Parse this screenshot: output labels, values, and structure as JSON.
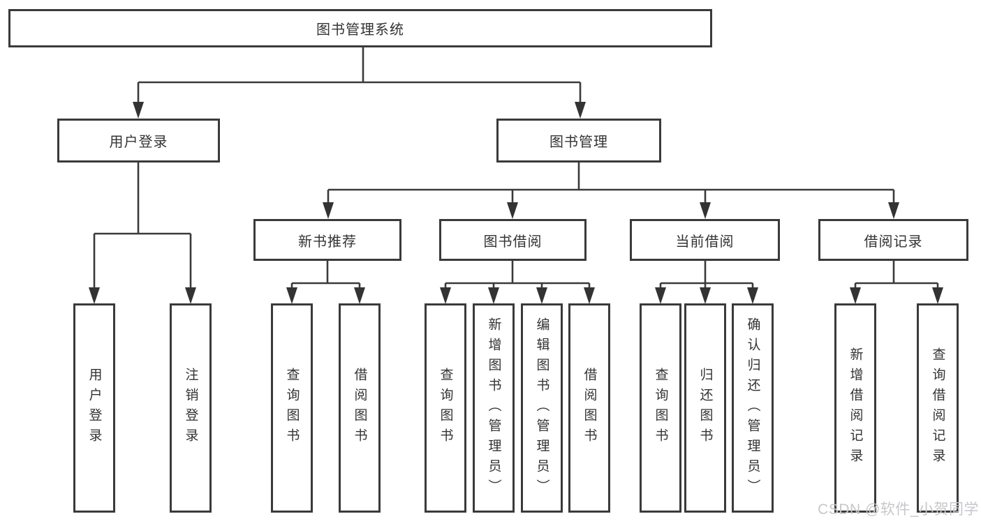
{
  "diagram": {
    "root": {
      "label": "图书管理系统"
    },
    "level1": [
      {
        "label": "用户登录"
      },
      {
        "label": "图书管理"
      }
    ],
    "level2": [
      {
        "label": "新书推荐"
      },
      {
        "label": "图书借阅"
      },
      {
        "label": "当前借阅"
      },
      {
        "label": "借阅记录"
      }
    ],
    "leaves": {
      "user_login": [
        "用户登录",
        "注销登录"
      ],
      "new_book_recommend": [
        "查询图书",
        "借阅图书"
      ],
      "book_borrow": [
        "查询图书",
        "新增图书（管理员）",
        "编辑图书（管理员）",
        "借阅图书"
      ],
      "current_borrow": [
        "查询图书",
        "归还图书",
        "确认归还（管理员）"
      ],
      "borrow_record": [
        "新增借阅记录",
        "查询借阅记录"
      ]
    }
  },
  "watermark": {
    "text": "CSDN @软件_小贺同学"
  },
  "colors": {
    "line": "#3a3a3a",
    "text": "#333333",
    "watermark": "#c8c6cb",
    "background": "#ffffff"
  }
}
